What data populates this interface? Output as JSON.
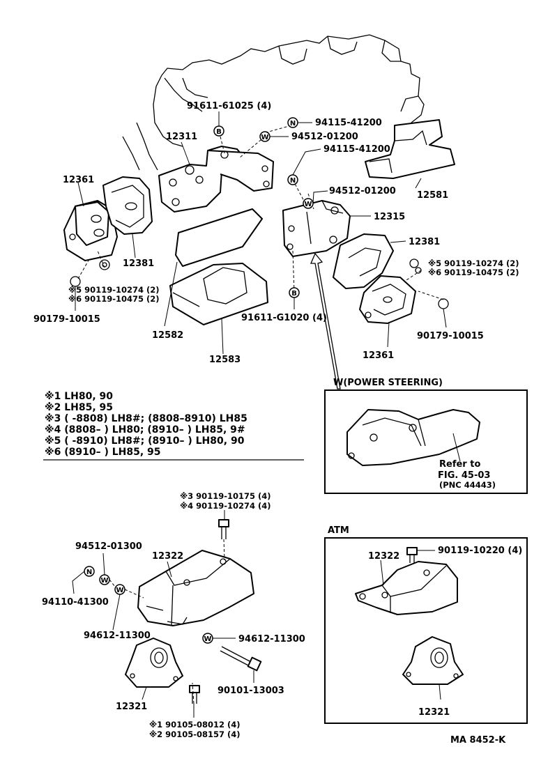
{
  "labels": {
    "p91611_61025": "91611-61025 (4)",
    "p94115_41200a": "94115-41200",
    "p94512_01200a": "94512-01200",
    "p94115_41200b": "94115-41200",
    "p94512_01200b": "94512-01200",
    "p12311": "12311",
    "p12361a": "12361",
    "p12381a": "12381",
    "p12581": "12581",
    "p12315": "12315",
    "p12381b": "12381",
    "p12582": "12582",
    "p12583": "12583",
    "p91611_g1020": "91611-G1020 (4)",
    "p12361b": "12361",
    "p90179a": "90179-10015",
    "p90179b": "90179-10015",
    "l_left5": "※5 90119-10274 (2)",
    "l_left6": "※6 90119-10475 (2)",
    "l_right5": "※5 90119-10274 (2)",
    "l_right6": "※6 90119-10475 (2)",
    "ps_title": "W(POWER    STEERING)",
    "refer1": "Refer to",
    "refer2": "FIG. 45-03",
    "refer3": "(PNC 44443)",
    "l_top3": "※3 90119-10175 (4)",
    "l_top4": "※4 90119-10274 (4)",
    "p94512_01300": "94512-01300",
    "p94110_41300": "94110-41300",
    "p12322a": "12322",
    "p94612_11300a": "94612-11300",
    "p94612_11300b": "94612-11300",
    "p90101_13003": "90101-13003",
    "p12321a": "12321",
    "l_bot1": "※1 90105-08012 (4)",
    "l_bot2": "※2 90105-08157 (4)",
    "atm_title": "ATM",
    "p12322b": "12322",
    "p90119_10220": "90119-10220 (4)",
    "p12321b": "12321",
    "code": "MA   8452-K"
  },
  "badges": {
    "b": "B",
    "n": "N",
    "w": "W"
  },
  "notes": [
    "※1 LH80, 90",
    "※2 LH85, 95",
    "※3 (      -8808) LH8#; (8808–8910) LH85",
    "※4 (8808–          ) LH80; (8910–          ) LH85, 9#",
    "※5 (        -8910) LH8#; (8910–          ) LH80, 90",
    "※6 (8910–          ) LH85, 95"
  ]
}
